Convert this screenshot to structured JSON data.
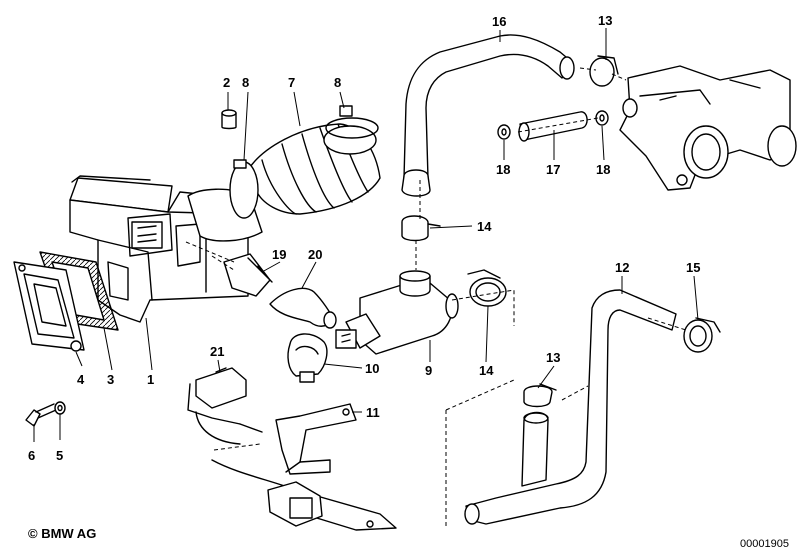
{
  "callouts": [
    "1",
    "2",
    "3",
    "4",
    "5",
    "6",
    "7",
    "8",
    "8",
    "9",
    "10",
    "11",
    "12",
    "13",
    "13",
    "14",
    "14",
    "15",
    "16",
    "17",
    "18",
    "18",
    "19",
    "20",
    "21"
  ],
  "footer": {
    "copyright": "© BMW AG",
    "docnum": "00001905"
  }
}
